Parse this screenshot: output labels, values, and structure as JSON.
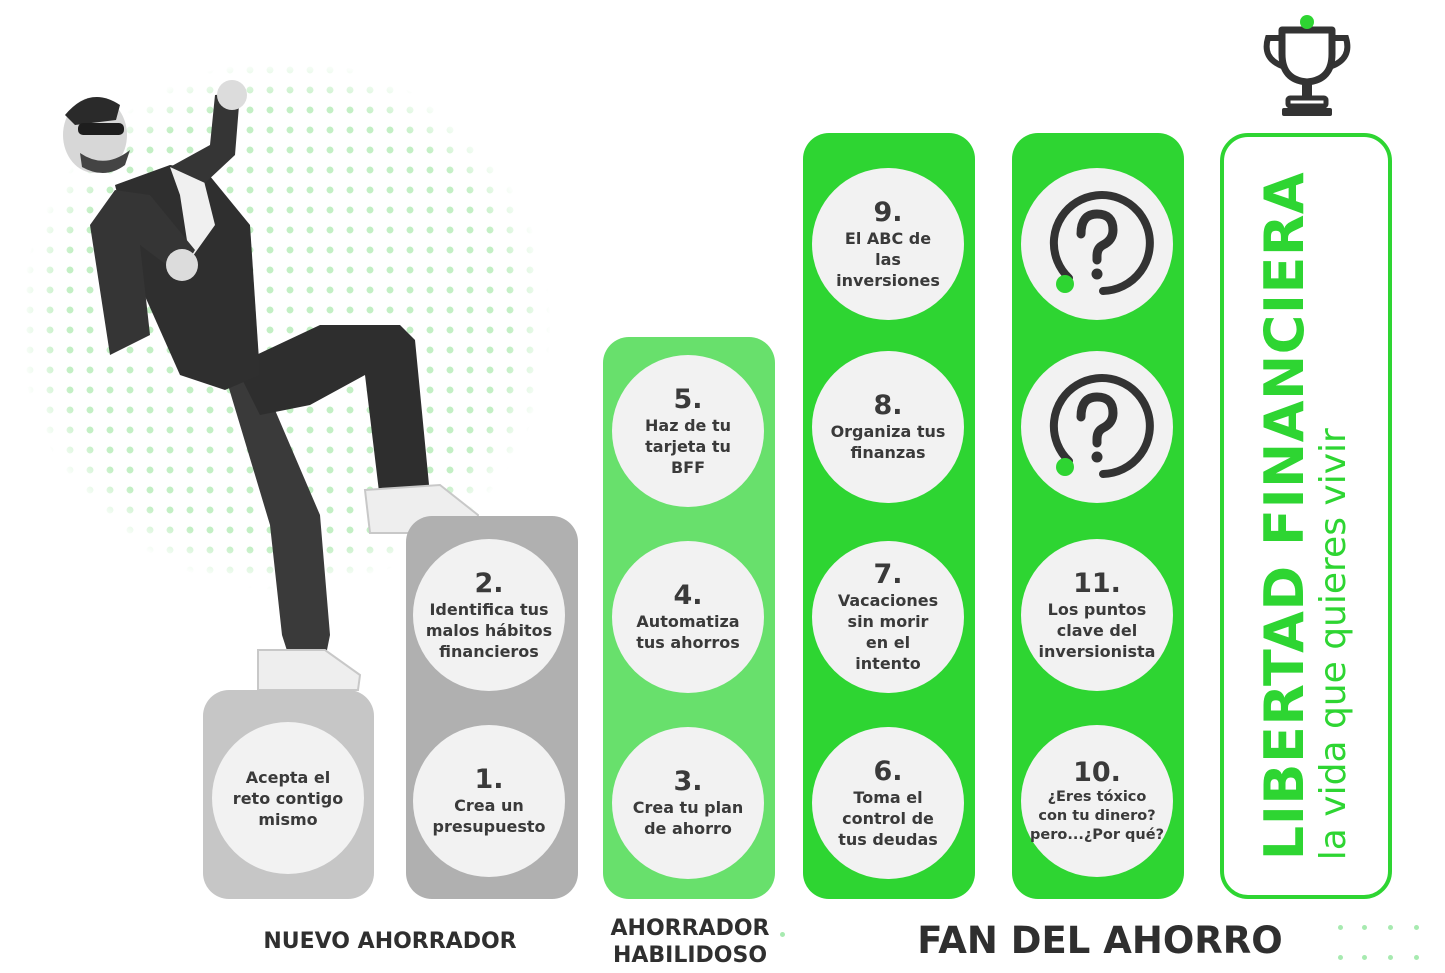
{
  "colors": {
    "gray_light": "#c6c6c6",
    "gray_mid": "#b0b0b0",
    "green_light": "#68e06c",
    "green": "#2ed532",
    "circle_bg": "#f2f2f2",
    "dots": "#c3efc4",
    "text_dark": "#3a3a3a"
  },
  "steps": {
    "s0": {
      "number": "",
      "text": "Acepta el\nreto contigo\nmismo"
    },
    "s1": {
      "number": "1.",
      "text": "Crea un\npresupuesto"
    },
    "s2": {
      "number": "2.",
      "text": "Identifica tus\nmalos hábitos\nfinancieros"
    },
    "s3": {
      "number": "3.",
      "text": "Crea tu plan\nde ahorro"
    },
    "s4": {
      "number": "4.",
      "text": "Automatiza\ntus ahorros"
    },
    "s5": {
      "number": "5.",
      "text": "Haz de tu\ntarjeta tu\nBFF"
    },
    "s6": {
      "number": "6.",
      "text": "Toma el\ncontrol de\ntus deudas"
    },
    "s7": {
      "number": "7.",
      "text": "Vacaciones\nsin morir\nen el\nintento"
    },
    "s8": {
      "number": "8.",
      "text": "Organiza tus\nfinanzas"
    },
    "s9": {
      "number": "9.",
      "text": "El ABC de\nlas\ninversiones"
    },
    "s10": {
      "number": "10.",
      "text": "¿Eres tóxico\ncon tu dinero?\npero...¿Por qué?"
    },
    "s11": {
      "number": "11.",
      "text": "Los puntos\nclave del\ninversionista"
    }
  },
  "mystery_icons": [
    "question-circle-icon",
    "question-circle-icon"
  ],
  "levels": {
    "nuevo": "NUEVO AHORRADOR",
    "habilidoso": "AHORRADOR\nHABILIDOSO",
    "fan": "FAN DEL AHORRO"
  },
  "goal": {
    "title": "LIBERTAD FINANCIERA",
    "subtitle": "la vida que quieres vivir",
    "icon": "trophy-icon"
  },
  "figure": {
    "icon": "celebrating-man-illustration"
  }
}
